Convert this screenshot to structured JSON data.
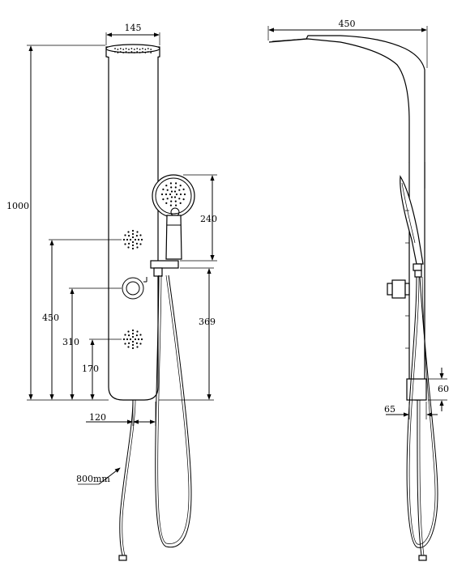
{
  "dimensions": {
    "panel_width": "145",
    "total_height": "1000",
    "jet_upper_height": "450",
    "valve_height": "310",
    "jet_lower_height": "170",
    "bottom_offset": "120",
    "handshower_height": "240",
    "holder_height": "369",
    "hose_length": "800mm",
    "depth": "450",
    "side_outlet_height": "60",
    "side_outlet_depth": "65"
  }
}
